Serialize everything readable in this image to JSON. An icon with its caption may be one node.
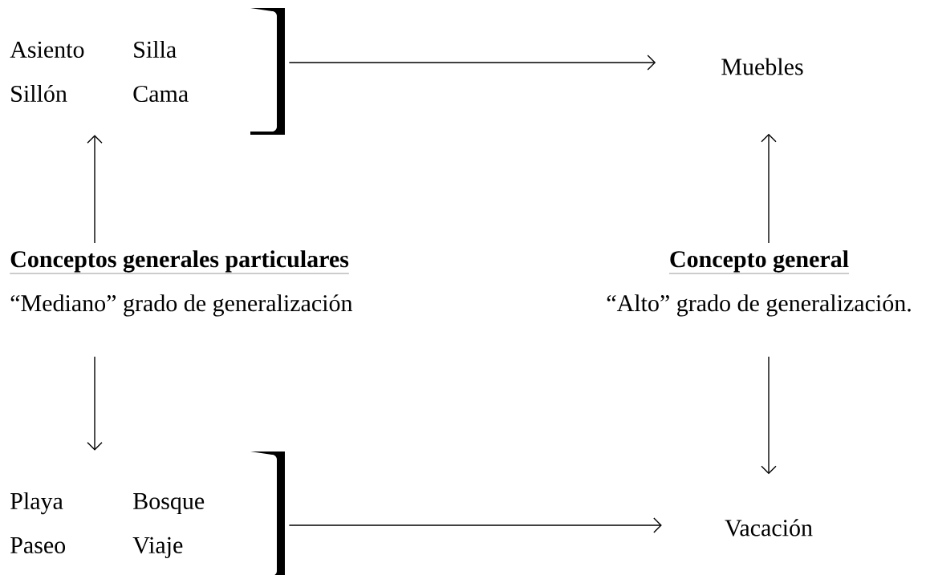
{
  "diagram": {
    "nodes": [
      {
        "text": [
          "Asiento",
          "Silla",
          "Sillón",
          "Cama"
        ]
      },
      {
        "text": [
          "Muebles"
        ]
      },
      {
        "text": [
          "Conceptos generales particulares",
          "“Mediano” grado de generalización"
        ]
      },
      {
        "text": [
          "Concepto general",
          "“Alto” grado de generalización."
        ]
      },
      {
        "text": [
          "Playa",
          "Bosque",
          "Paseo",
          "Viaje"
        ]
      },
      {
        "text": [
          "Vacación"
        ]
      }
    ],
    "edges": [
      {
        "from": 0,
        "to": 1,
        "arrow": "to"
      },
      {
        "from": 2,
        "to": 0,
        "arrow": "to"
      },
      {
        "from": 3,
        "to": 1,
        "arrow": "to"
      },
      {
        "from": 2,
        "to": 4,
        "arrow": "to"
      },
      {
        "from": 3,
        "to": 5,
        "arrow": "to"
      },
      {
        "from": 4,
        "to": 5,
        "arrow": "to"
      }
    ]
  }
}
